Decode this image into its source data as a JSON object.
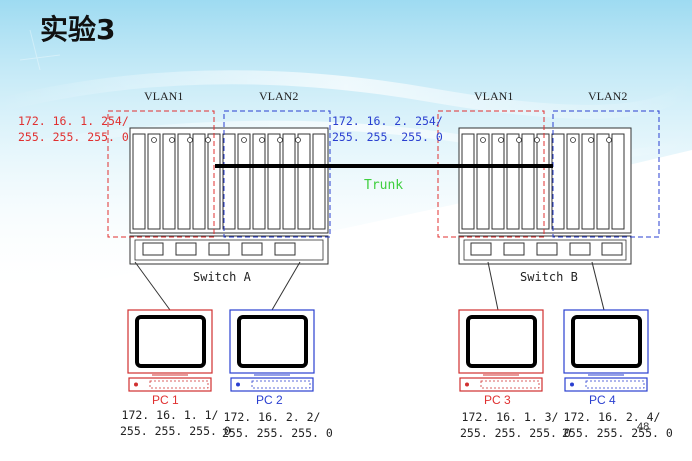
{
  "title": "实验3",
  "vlan_labels": {
    "a_vlan1": "VLAN1",
    "a_vlan2": "VLAN2",
    "b_vlan1": "VLAN1",
    "b_vlan2": "VLAN2"
  },
  "gateways": {
    "vlan1_ip": "172. 16. 1. 254/",
    "vlan1_mask": "255. 255. 255. 0",
    "vlan2_ip": "172. 16. 2. 254/",
    "vlan2_mask": "255. 255. 255. 0"
  },
  "trunk_label": "Trunk",
  "switches": {
    "a": "Switch A",
    "b": "Switch B"
  },
  "pcs": [
    {
      "name": "PC 1",
      "ip": "172. 16. 1. 1/",
      "mask": "255. 255. 255. 0"
    },
    {
      "name": "PC 2",
      "ip": "172. 16. 2. 2/",
      "mask": "255. 255. 255. 0"
    },
    {
      "name": "PC 3",
      "ip": "172. 16. 1. 3/",
      "mask": "255. 255. 255. 0"
    },
    {
      "name": "PC 4",
      "ip": "172. 16. 2. 4/",
      "mask": "255. 255. 255. 0"
    }
  ],
  "page_number": "48",
  "colors": {
    "vlan1": "#e03030",
    "vlan2": "#2a3fd0",
    "trunk_label": "#3ecf3e",
    "background_accent": "#5fc6e8"
  }
}
